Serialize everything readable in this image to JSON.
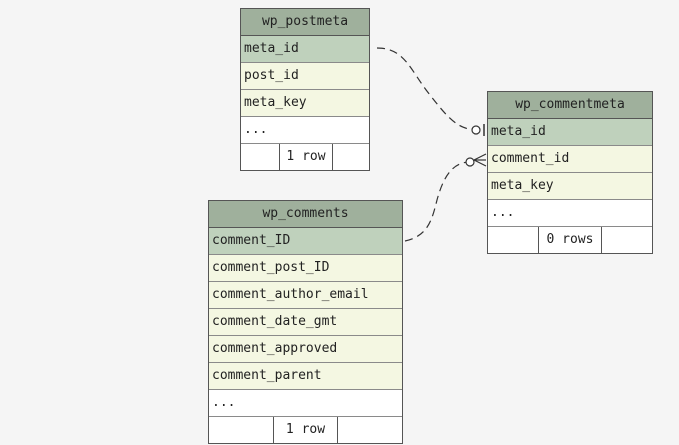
{
  "tables": {
    "postmeta": {
      "name": "wp_postmeta",
      "columns": [
        "meta_id",
        "post_id",
        "meta_key",
        "..."
      ],
      "row_count": "1 row"
    },
    "comments": {
      "name": "wp_comments",
      "columns": [
        "comment_ID",
        "comment_post_ID",
        "comment_author_email",
        "comment_date_gmt",
        "comment_approved",
        "comment_parent",
        "..."
      ],
      "row_count": "1 row"
    },
    "commentmeta": {
      "name": "wp_commentmeta",
      "columns": [
        "meta_id",
        "comment_id",
        "meta_key",
        "..."
      ],
      "row_count": "0 rows"
    }
  },
  "colors": {
    "header": "#9fb09c",
    "primary_key_row": "#bfd1bc",
    "column_row": "#f4f7e2",
    "background": "#f5f5f5"
  }
}
